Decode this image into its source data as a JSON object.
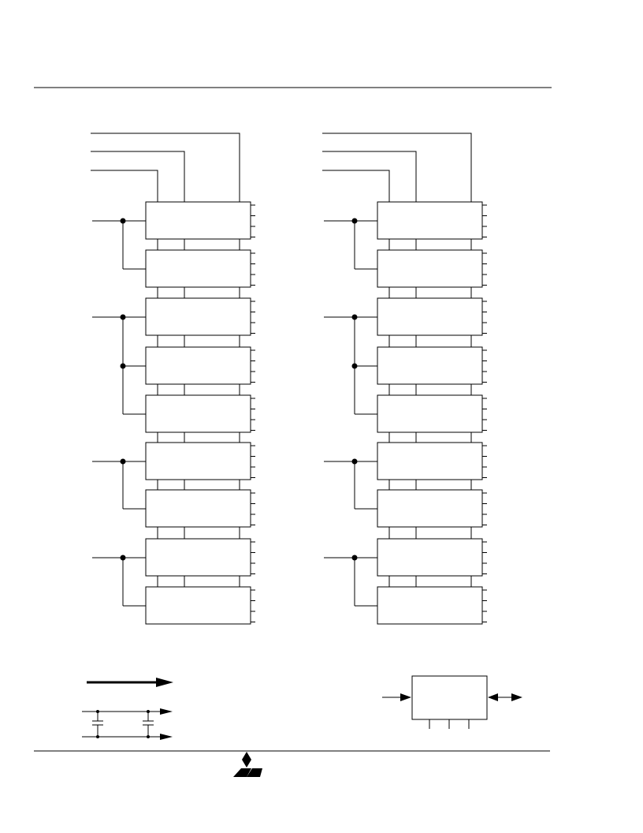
{
  "document": {
    "has_text": false
  },
  "diagram": {
    "description_visible_text": [],
    "columns": [
      {
        "name": "left-bank",
        "chips": 9,
        "select_groups": [
          2,
          3,
          2,
          2
        ]
      },
      {
        "name": "right-bank",
        "chips": 9,
        "select_groups": [
          2,
          3,
          2,
          2
        ]
      }
    ],
    "stroke_color": "#000000",
    "background_color": "#ffffff"
  },
  "footer": {
    "logo_icon": "three-diamond-logo-icon"
  }
}
